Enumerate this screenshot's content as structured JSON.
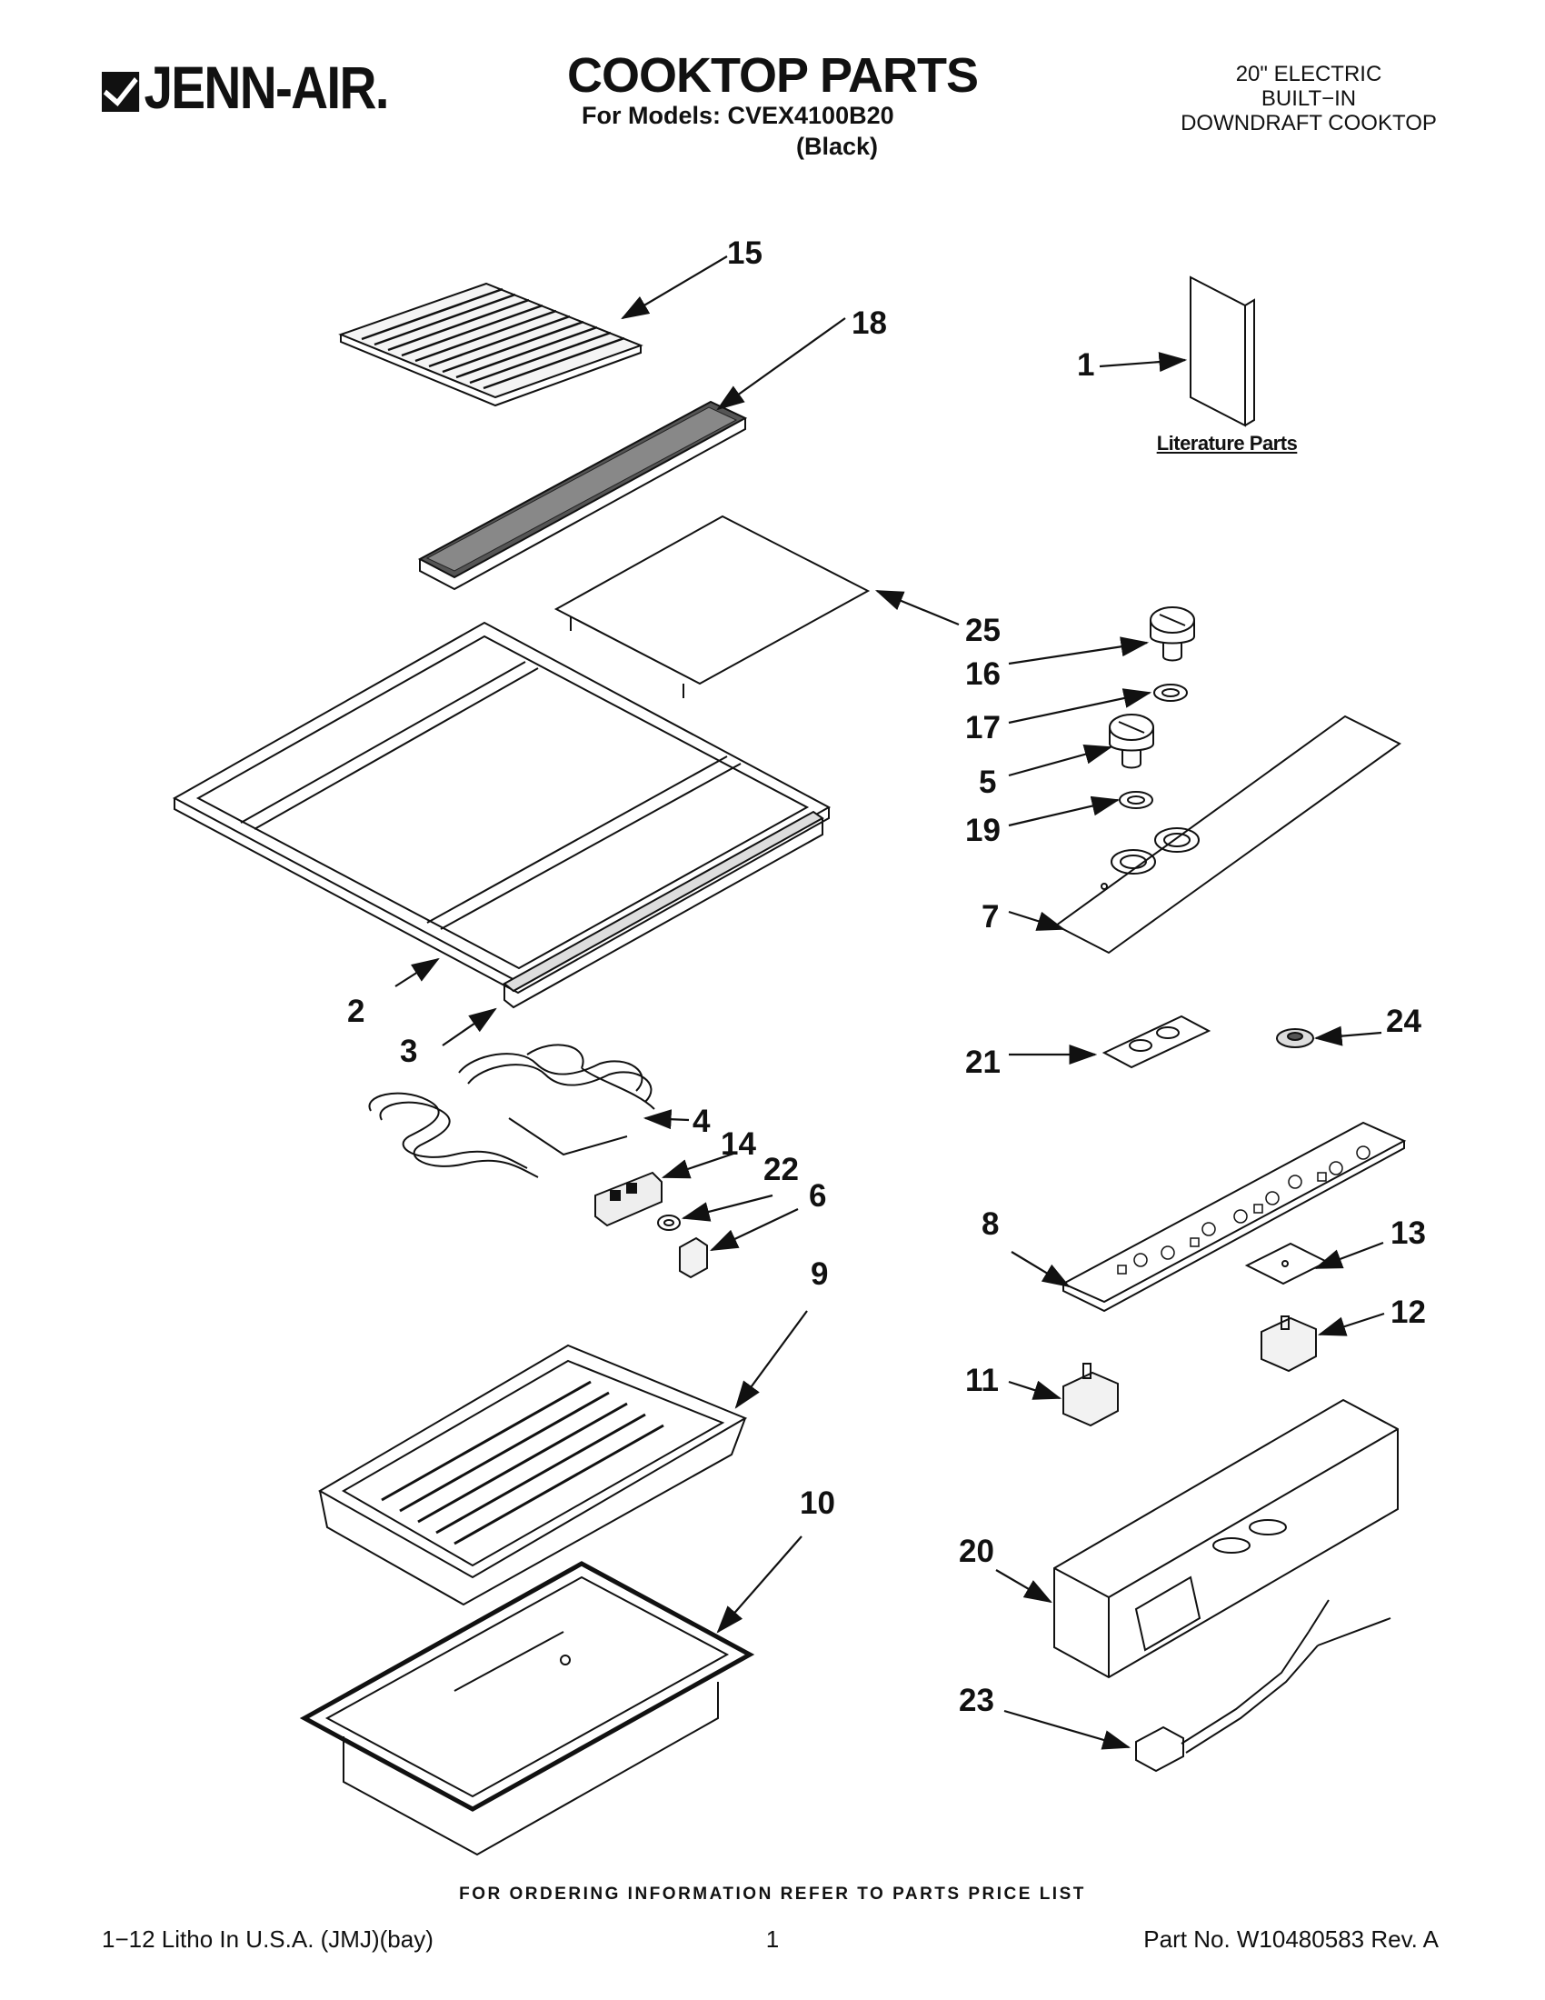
{
  "header": {
    "brand": "JENN-AIR.",
    "title": "COOKTOP PARTS",
    "models_line": "For Models: CVEX4100B20",
    "color_line": "(Black)",
    "description": [
      "20\" ELECTRIC",
      "BUILT−IN",
      "DOWNDRAFT COOKTOP"
    ]
  },
  "diagram": {
    "literature_label": "Literature Parts",
    "callouts": [
      "1",
      "2",
      "3",
      "4",
      "5",
      "6",
      "7",
      "8",
      "9",
      "10",
      "11",
      "12",
      "13",
      "14",
      "15",
      "16",
      "17",
      "18",
      "19",
      "20",
      "21",
      "22",
      "23",
      "24",
      "25"
    ]
  },
  "footer": {
    "ordering_note": "FOR ORDERING INFORMATION REFER TO PARTS PRICE LIST",
    "litho": "1−12 Litho In U.S.A. (JMJ)(bay)",
    "page": "1",
    "part_no": "Part No. W10480583 Rev. A"
  }
}
